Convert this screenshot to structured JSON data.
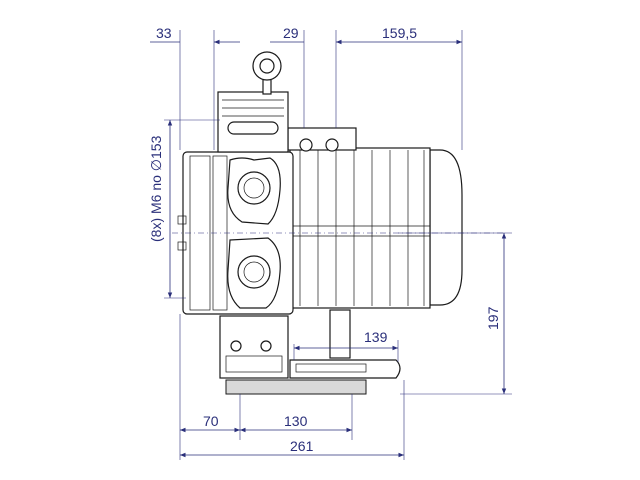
{
  "dimensions": {
    "top_left": "33",
    "top_middle": "29",
    "top_right": "159,5",
    "left_vertical": "(8x) M6 no ∅153",
    "right_vertical": "197",
    "base_right": "139",
    "bottom_left": "70",
    "bottom_middle": "130",
    "bottom_total": "261"
  },
  "colors": {
    "dimension": "#2a2f7a",
    "outline": "#1a1a1a",
    "motor_fill": "#e6e6e6",
    "base_fill": "#d9d9d9"
  }
}
